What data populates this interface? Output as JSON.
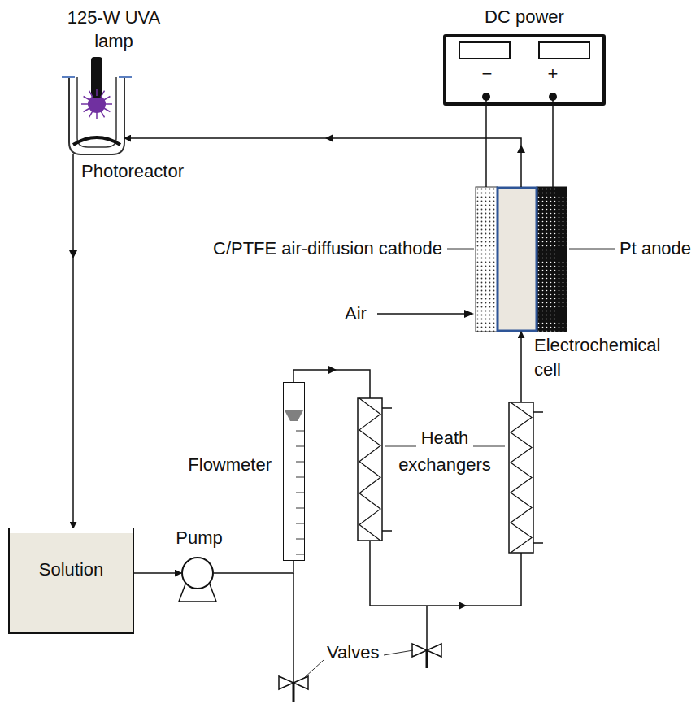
{
  "diagram": {
    "nodes": [
      {
        "text": [
          "125-W UVA lamp",
          "Photoreactor"
        ]
      },
      {
        "text": [
          "DC power",
          "−",
          "+"
        ]
      },
      {
        "text": [
          "Electrochemical cell"
        ]
      },
      {
        "text": [
          "Flowmeter"
        ]
      },
      {
        "text": [
          "Solution"
        ]
      },
      {
        "text": [
          "Pump"
        ]
      }
    ],
    "edges": [
      {
        "from": 4,
        "to": 5,
        "arrow": "to"
      },
      {
        "from": 5,
        "to": 3,
        "arrow": "none"
      },
      {
        "from": 3,
        "to": 2,
        "arrow": "to"
      },
      {
        "from": 2,
        "to": 0,
        "arrow": "to"
      },
      {
        "from": 0,
        "to": 4,
        "arrow": "to"
      },
      {
        "from": 1,
        "to": 2,
        "arrow": "none"
      },
      {
        "from": 1,
        "to": 2,
        "arrow": "none"
      }
    ],
    "labels": [
      "C/PTFE air-diffusion cathode",
      "Pt anode",
      "Air",
      "Heath exchangers",
      "Valves"
    ]
  }
}
